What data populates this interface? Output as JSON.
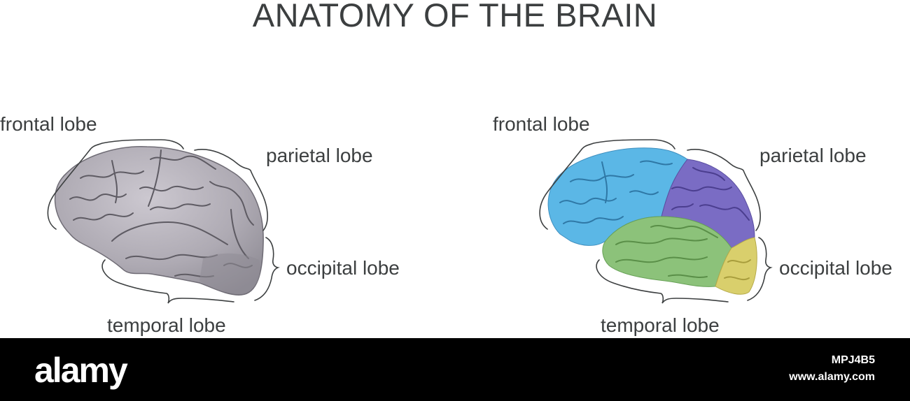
{
  "title": "ANATOMY OF THE BRAIN",
  "left_diagram": {
    "labels": {
      "frontal": "frontal lobe",
      "parietal": "parietal lobe",
      "occipital": "occipital lobe",
      "temporal": "temporal lobe"
    },
    "brain_color": "#aeaab3"
  },
  "right_diagram": {
    "labels": {
      "frontal": "frontal lobe",
      "parietal": "parietal lobe",
      "occipital": "occipital lobe",
      "temporal": "temporal lobe"
    },
    "lobe_colors": {
      "frontal": "#5bb7e6",
      "parietal": "#7a6cc4",
      "temporal": "#8cc27a",
      "occipital": "#d9cf6c"
    }
  },
  "footer": {
    "brand": "alamy",
    "image_id": "MPJ4B5",
    "site": "www.alamy.com"
  }
}
